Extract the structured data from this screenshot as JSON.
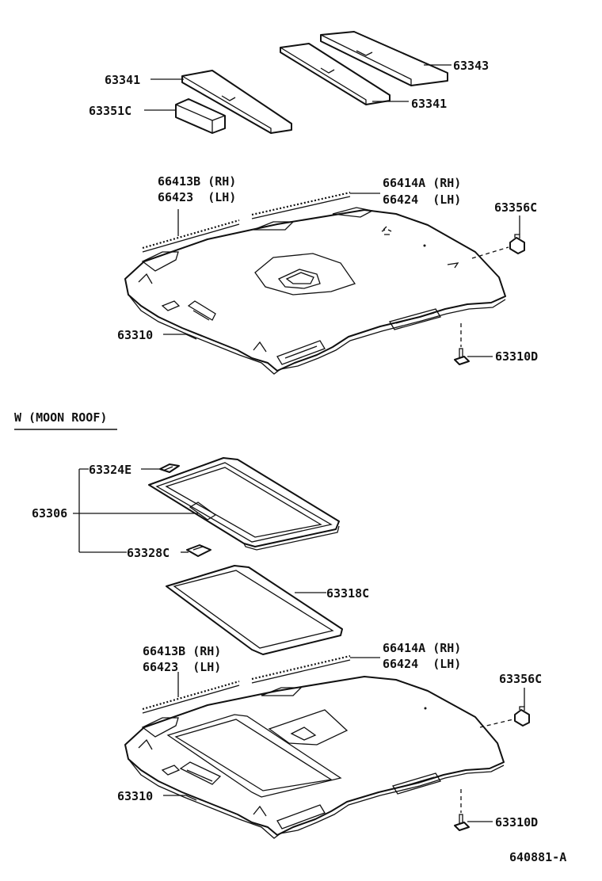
{
  "section_heading": "W (MOON ROOF)",
  "figure_number": "640881-A",
  "upper_labels": {
    "p63341_left": "63341",
    "p63351c": "63351C",
    "p63343": "63343",
    "p63341_right": "63341",
    "p66413b_rh": "66413B (RH)",
    "p66423_lh": "66423  (LH)",
    "p66414a_rh": "66414A (RH)",
    "p66424_lh": "66424  (LH)",
    "p63356c": "63356C",
    "p63310": "63310",
    "p63310d": "63310D"
  },
  "lower_labels": {
    "p63324e": "63324E",
    "p63306": "63306",
    "p63328c": "63328C",
    "p63318c": "63318C",
    "p66413b_rh": "66413B (RH)",
    "p66423_lh": "66423  (LH)",
    "p66414a_rh": "66414A (RH)",
    "p66424_lh": "66424  (LH)",
    "p63356c": "63356C",
    "p63310": "63310",
    "p63310d": "63310D"
  }
}
